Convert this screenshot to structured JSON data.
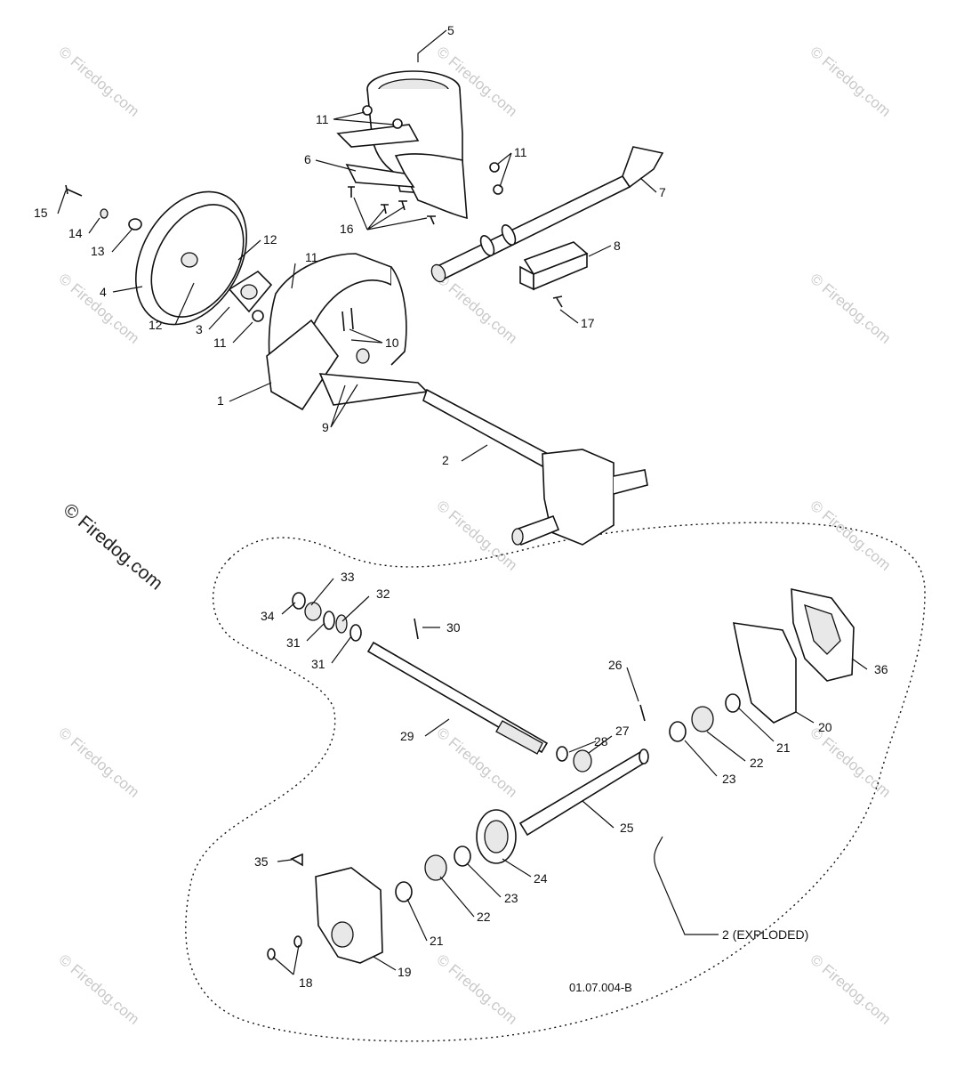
{
  "drawing_code": "01.07.004-B",
  "exploded_label": "2 (EXPLODED)",
  "watermark": {
    "text": "© Firedog.com"
  },
  "callouts": [
    "5",
    "11",
    "6",
    "11",
    "7",
    "15",
    "14",
    "13",
    "12",
    "16",
    "8",
    "4",
    "11",
    "3",
    "12",
    "11",
    "17",
    "10",
    "1",
    "9",
    "2",
    "33",
    "32",
    "34",
    "31",
    "30",
    "31",
    "26",
    "36",
    "29",
    "28",
    "20",
    "27",
    "21",
    "22",
    "23",
    "25",
    "35",
    "24",
    "23",
    "22",
    "21",
    "19",
    "18"
  ]
}
